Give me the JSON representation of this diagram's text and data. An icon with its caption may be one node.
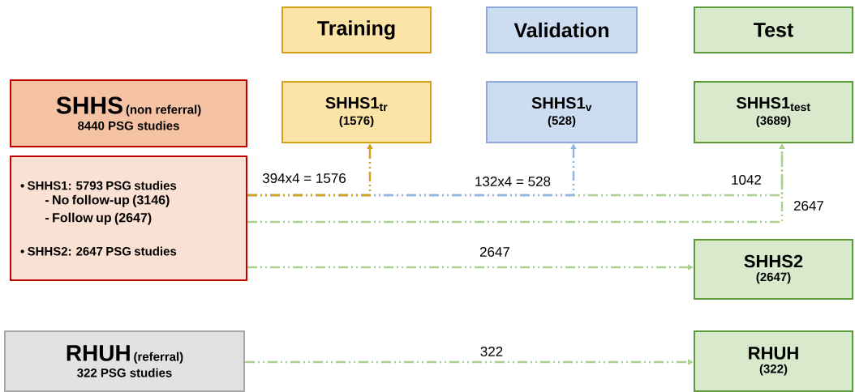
{
  "diagram": {
    "nodes": [
      {
        "text": [
          "Training"
        ]
      },
      {
        "text": [
          "Validation"
        ]
      },
      {
        "text": [
          "Test"
        ]
      },
      {
        "text": [
          "SHHS",
          "(non referral)",
          "8440 PSG studies"
        ]
      },
      {
        "text": [
          "• SHHS1: 5793 PSG studies",
          "- No follow-up (3146)",
          "- Follow up (2647)",
          "• SHHS2: 2647 PSG studies"
        ]
      },
      {
        "text": [
          "SHHS1$_{tr}$",
          "(1576)"
        ]
      },
      {
        "text": [
          "SHHS1$_{v}$",
          "(528)"
        ]
      },
      {
        "text": [
          "SHHS1$_{test}$",
          "(3689)"
        ]
      },
      {
        "text": [
          "SHHS2",
          "(2647)"
        ]
      },
      {
        "text": [
          "RHUH",
          "(referral)",
          "322 PSG studies"
        ]
      },
      {
        "text": [
          "RHUH",
          "(322)"
        ]
      }
    ],
    "edges": [
      {
        "from": 4,
        "to": 7,
        "arrow": "to",
        "label": "1042",
        "style": "dashed"
      },
      {
        "from": 4,
        "to": 7,
        "arrow": "to",
        "label": "2647",
        "style": "dashed"
      },
      {
        "from": 4,
        "to": 6,
        "arrow": "to",
        "label": "132x4 = 528",
        "style": "dashed",
        "color": "#8eb4e3"
      },
      {
        "from": 4,
        "to": 5,
        "arrow": "to",
        "label": "394x4 = 1576",
        "style": "dashed",
        "color": "#d4a017"
      },
      {
        "from": 4,
        "to": 8,
        "arrow": "to",
        "label": "2647",
        "style": "dashed"
      },
      {
        "from": 9,
        "to": 10,
        "arrow": "to",
        "label": "322",
        "style": "dashed"
      }
    ]
  }
}
